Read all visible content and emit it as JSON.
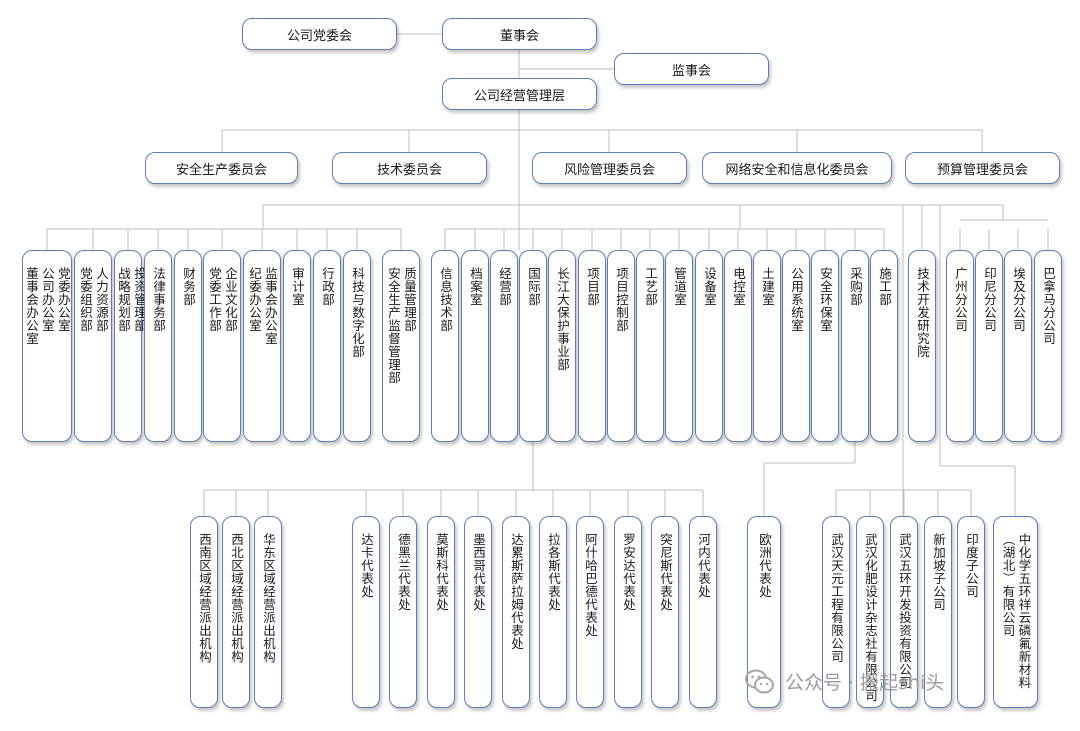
{
  "top": {
    "party": "公司党委会",
    "board": "董事会",
    "supervisory": "监事会",
    "management": "公司经营管理层"
  },
  "committees": [
    "安全生产委员会",
    "技术委员会",
    "风险管理委员会",
    "网络安全和信息化委员会",
    "预算管理委员会"
  ],
  "departments": [
    "党委办公室\n公司办公室\n董事会办公室",
    "人力资源部\n党委组织部",
    "投资管理部\n战略规划部",
    "法律事务部",
    "财务部",
    "企业文化部\n党委工作部",
    "监事会办公室\n纪委办公室",
    "审计室",
    "行政部",
    "科技与数字化部",
    "质量管理部\n安全生产监督管理部",
    "信息技术部",
    "档案室",
    "经营部",
    "国际部",
    "长江大保护事业部",
    "项目部",
    "项目控制部",
    "工艺部",
    "管道室",
    "设备室",
    "电控室",
    "土建室",
    "公用系统室",
    "安全环保室",
    "采购部",
    "施工部",
    "技术开发研究院",
    "广州分公司",
    "印尼分公司",
    "埃及分公司",
    "巴拿马分公司"
  ],
  "regional_offices": [
    "西南区域经营派出机构",
    "西北区域经营派出机构",
    "华东区域经营派出机构"
  ],
  "rep_offices": [
    "达卡代表处",
    "德黑兰代表处",
    "莫斯科代表处",
    "墨西哥代表处",
    "达累斯萨拉姆代表处",
    "拉各斯代表处",
    "阿什哈巴德代表处",
    "罗安达代表处",
    "突尼斯代表处",
    "河内代表处"
  ],
  "europe_office": "欧洲代表处",
  "subsidiaries": [
    "武汉天元工程有限公司",
    "武汉化肥设计杂志社有限公司",
    "武汉五环开发投资有限公司",
    "新加坡子公司",
    "印度子公司",
    "中化学五环祥云磷氟新材料（湖北）有限公司"
  ],
  "watermark": {
    "text": "公众号 · 搬起shi头",
    "icon": "wechat-icon"
  },
  "colors": {
    "border": "#5b7fb6",
    "line": "#bdbdbd",
    "text": "#1a1a1a"
  }
}
